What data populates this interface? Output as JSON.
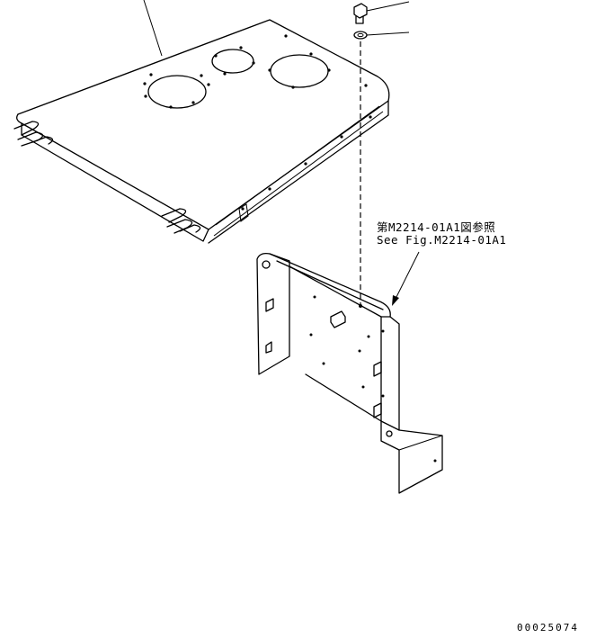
{
  "annotation": {
    "reference_jp": "第M2214-01A1図参照",
    "reference_en": "See Fig.M2214-01A1"
  },
  "drawing_number": "00025074"
}
